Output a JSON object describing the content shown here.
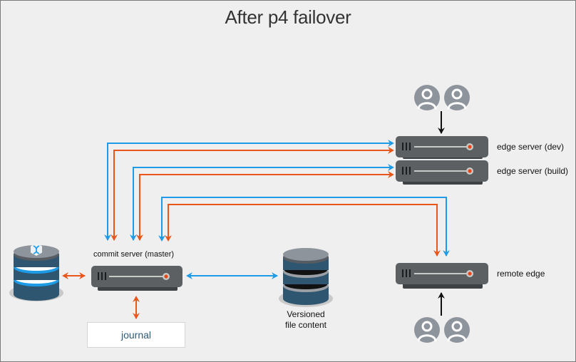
{
  "title": "After p4 failover",
  "colors": {
    "replication_arrow": "#1e9be6",
    "write_arrow": "#e8561a",
    "user_arrow": "#111111",
    "server_body": "#5d6062",
    "server_base": "#3f4244",
    "led": "#e8461a",
    "user_icon": "#8e949c",
    "db_top": "#8e949c",
    "db_body": "#2f5670",
    "db_ring": "#1e9be6"
  },
  "nodes": {
    "edge_dev": {
      "label": "edge server (dev)"
    },
    "edge_build": {
      "label": "edge server (build)"
    },
    "remote_edge": {
      "label": "remote edge"
    },
    "commit_server": {
      "label": "commit server (master)"
    },
    "versioned_storage": {
      "label_line1": "Versioned",
      "label_line2": "file content"
    },
    "journal": {
      "label": "journal"
    },
    "metadata_db": {
      "icon": "dna-icon"
    }
  },
  "users": [
    {
      "group": "edge-dev-users",
      "count": 2
    },
    {
      "group": "remote-edge-users",
      "count": 2
    }
  ]
}
